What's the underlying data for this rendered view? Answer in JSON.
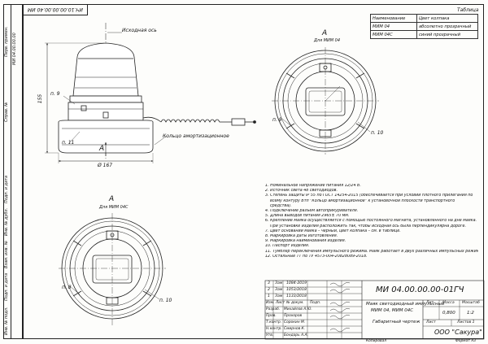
{
  "stamp": "ИЧ.10.00.00.00.40 ИМ",
  "table": {
    "title": "Таблица",
    "headers": [
      "Наименование",
      "Цвет колпака"
    ],
    "rows": [
      [
        "МИМ 04",
        "абсолютно прозрачный"
      ],
      [
        "МИМ 04С",
        "синий прозрачный"
      ]
    ]
  },
  "views": {
    "top_letter": "А",
    "top_caption": "Для МИМ 04",
    "bottom_letter": "А",
    "bottom_caption": "Для МИМ 04С",
    "arrow_letter": "А"
  },
  "callouts": {
    "axis": "Исходная ось",
    "n9": "п. 9",
    "n11": "п. 11",
    "n8_side": "п. 8",
    "n10_top": "п. 10",
    "n8_bottom": "п. 8",
    "n10_bottom": "п. 10",
    "ring": "Кольцо амортизационное",
    "height": "155",
    "diameter": "Ø 167"
  },
  "notes": [
    "1. Номинальное напряжение питания 12/24 В.",
    "2. Источник света 48 светодиодов.",
    "3. Степень защиты IP 55 по ГОСТ 14254-2015 (обеспечивается при условии плотного прилегания по",
    "всему контуру Втп \"Кольцо амортизационное\" к установочной плоскости транспортного",
    "средства).",
    "4. Подключение разъем автоприкуривателя.",
    "5. Длина выводов питания 2965± 70 мм.",
    "6. Крепление маяка осуществляется с помощью постоянного магнита, установленного на дне маяка.",
    "При установке изделия расположить так, чтобы исходная ось была перпендикулярна дороге.",
    "7. Цвет оснований маяка – черный, цвет колпака – см. в таблице.",
    "8. Маркировка даты изготовления.",
    "9. Маркировка наименования изделия.",
    "10. Паспорт изделия.",
    "11. Тумблер переключения импульсного режима. Маяк работает в двух различных импульсных режимах.",
    "12. Остальные ТТ по ТУ 4573-004-20828089-2018."
  ],
  "titleblock": {
    "doc_code": "МИ 04.00.00.00-01ГЧ",
    "product_name": "Маяк светодиодный импульсный",
    "product_models": "МИМ 04, МИМ 04С",
    "doc_type": "Габаритный чертеж",
    "company": "ООО \"Сакура\"",
    "lit_label": "Лит.",
    "mass_label": "Масса",
    "scale_label": "Масштаб",
    "mass_value": "0,800",
    "scale_value": "1:2",
    "sheet_label": "Лист",
    "sheets_label": "Листов 1",
    "rows": [
      {
        "role": "Изм.",
        "name": "Лист",
        "sign": "№ докум.",
        "date": "Подп."
      },
      {
        "role": "Разраб.",
        "name": "Михайлов А.Ю.",
        "sign": "",
        "date": ""
      },
      {
        "role": "Пров.",
        "name": "Прохоров",
        "sign": "",
        "date": ""
      },
      {
        "role": "Т.контр.",
        "name": "Сорокин М.",
        "sign": "",
        "date": ""
      },
      {
        "role": "Н.контр.",
        "name": "Смирнов К.",
        "sign": "",
        "date": ""
      },
      {
        "role": "Утв.",
        "name": "Бондарь А.А.",
        "sign": "",
        "date": ""
      }
    ],
    "rev_rows": [
      {
        "n": "3",
        "kind": "Зам",
        "doc": "1084-2019",
        "date": ""
      },
      {
        "n": "2",
        "kind": "Зам",
        "doc": "1053/2018",
        "date": ""
      },
      {
        "n": "1",
        "kind": "Зам",
        "doc": "1133/2018",
        "date": ""
      }
    ],
    "copied": "Копировал",
    "format": "Формат А3"
  },
  "sidebar": [
    "Перв. примен.",
    "МИ 04.00.00.00",
    "Справ. №",
    "Подп. и дата",
    "Инв. № дубл.",
    "Взам. инв. №",
    "Подп. и дата",
    "Инв. № подл."
  ]
}
